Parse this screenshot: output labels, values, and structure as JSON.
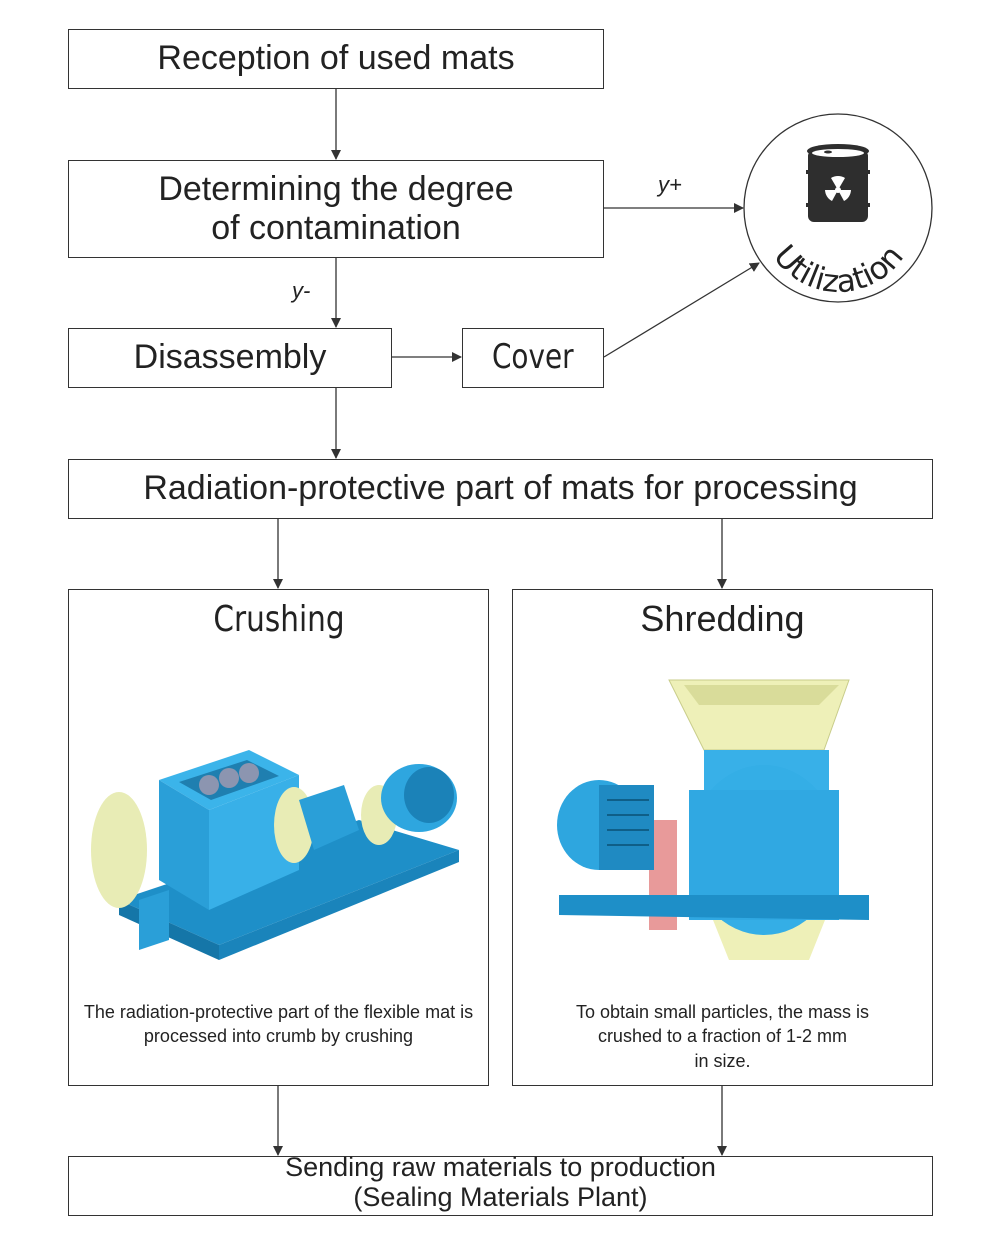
{
  "steps": {
    "reception": "Reception of used mats",
    "determining_line1": "Determining the degree",
    "determining_line2": "of contamination",
    "disassembly": "Disassembly",
    "cover": "Cover",
    "radiation_part": "Radiation-protective part of mats for processing",
    "utilization": "Utilization",
    "sending_line1": "Sending raw materials to production",
    "sending_line2": "(Sealing Materials Plant)"
  },
  "labels": {
    "y_plus": "y+",
    "y_minus": "y-"
  },
  "crushing": {
    "title": "Crushing",
    "description": "The radiation-protective part of the flexible mat is processed into crumb by crushing"
  },
  "shredding": {
    "title": "Shredding",
    "description_line1": "To obtain small particles, the mass is",
    "description_line2": "crushed to a fraction of 1-2 mm",
    "description_line3": "in size."
  },
  "icons": {
    "utilization": "radioactive-barrel-icon"
  },
  "colors": {
    "machine_blue": "#2fa8e0",
    "machine_cream": "#eef0b8",
    "belt_pink": "#e89a9a",
    "line": "#333333"
  }
}
